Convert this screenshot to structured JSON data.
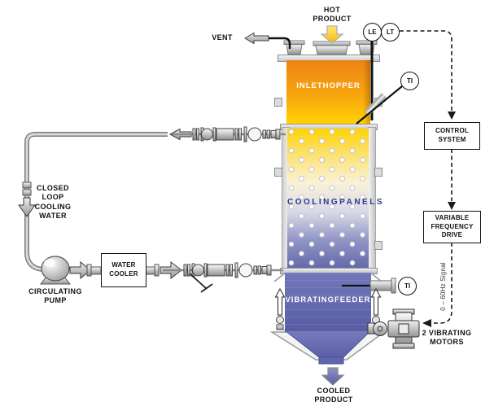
{
  "vessel": {
    "inlet_hopper": [
      "INLET",
      "HOPPER"
    ],
    "cooling_panels": [
      "COOLING",
      "PANELS"
    ],
    "vibrating_feeder": [
      "VIBRATING",
      "FEEDER"
    ]
  },
  "flows": {
    "hot_product": [
      "HOT",
      "PRODUCT"
    ],
    "cooled_product": [
      "COOLED",
      "PRODUCT"
    ],
    "vent": "VENT",
    "closed_loop": [
      "CLOSED",
      "LOOP",
      "COOLING",
      "WATER"
    ]
  },
  "equipment": {
    "circulating_pump": [
      "CIRCULATING",
      "PUMP"
    ],
    "water_cooler": [
      "WATER",
      "COOLER"
    ],
    "control_system": [
      "CONTROL",
      "SYSTEM"
    ],
    "variable_frequency_drive": [
      "VARIABLE",
      "FREQUENCY",
      "DRIVE"
    ],
    "vibrating_motors": [
      "2 VIBRATING",
      "MOTORS"
    ]
  },
  "instruments": {
    "level_element": "LE",
    "level_transmitter": "LT",
    "temp_indicator_top": "TI",
    "temp_indicator_bottom": "TI"
  },
  "signals": {
    "vfd_signal": "0 – 60Hz Signal"
  },
  "colors": {
    "hopper_top": "#EC8317",
    "hopper_bottom": "#FFD303",
    "panel_bottom": "#5E63A7",
    "feeder_blue": "#585DA3",
    "label_blue": "#2B3990",
    "pipe_gray": "#9A9A9A",
    "hot_arrow_yellow": "#F7B90C",
    "cooled_arrow_purple": "#6B70B4"
  }
}
